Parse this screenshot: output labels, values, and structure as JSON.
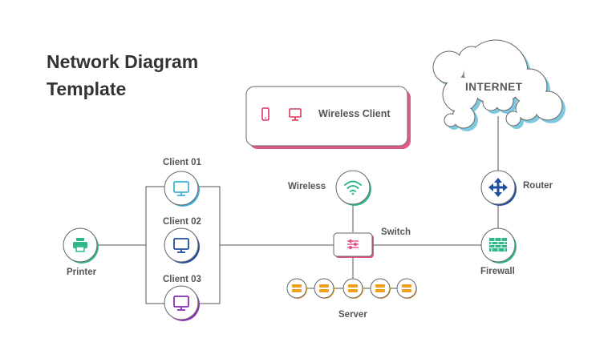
{
  "title": {
    "line1": "Network Diagram",
    "line2": "Template"
  },
  "legend": {
    "label": "Wireless  Client",
    "icons": [
      "mobile-phone-icon",
      "monitor-icon"
    ]
  },
  "internet": {
    "label": "INTERNET"
  },
  "nodes": {
    "client01": {
      "label": "Client 01",
      "icon": "monitor-icon",
      "color": "#3fb0d8"
    },
    "client02": {
      "label": "Client 02",
      "icon": "monitor-icon",
      "color": "#1e4fa0"
    },
    "client03": {
      "label": "Client 03",
      "icon": "monitor-icon",
      "color": "#8b2fb8"
    },
    "printer": {
      "label": "Printer",
      "icon": "printer-icon",
      "color": "#2fb98a"
    },
    "wireless": {
      "label": "Wireless",
      "icon": "wifi-icon",
      "color": "#2fb98a"
    },
    "switch": {
      "label": "Switch",
      "icon": "switch-icon",
      "color": "#e0508a"
    },
    "server": {
      "label": "Server",
      "icon": "server-icon",
      "color": "#f0a020",
      "count": 5
    },
    "router": {
      "label": "Router",
      "icon": "router-icon",
      "color": "#1e4fa0"
    },
    "firewall": {
      "label": "Firewall",
      "icon": "firewall-icon",
      "color": "#2fb98a"
    }
  },
  "colors": {
    "line": "#555555",
    "circle_border": "#666666",
    "legend_shadow": "#e05a8a",
    "cloud_shadow": "#7fc8e0",
    "legend_phone": "#e0336e",
    "legend_monitor": "#d63a5a"
  }
}
